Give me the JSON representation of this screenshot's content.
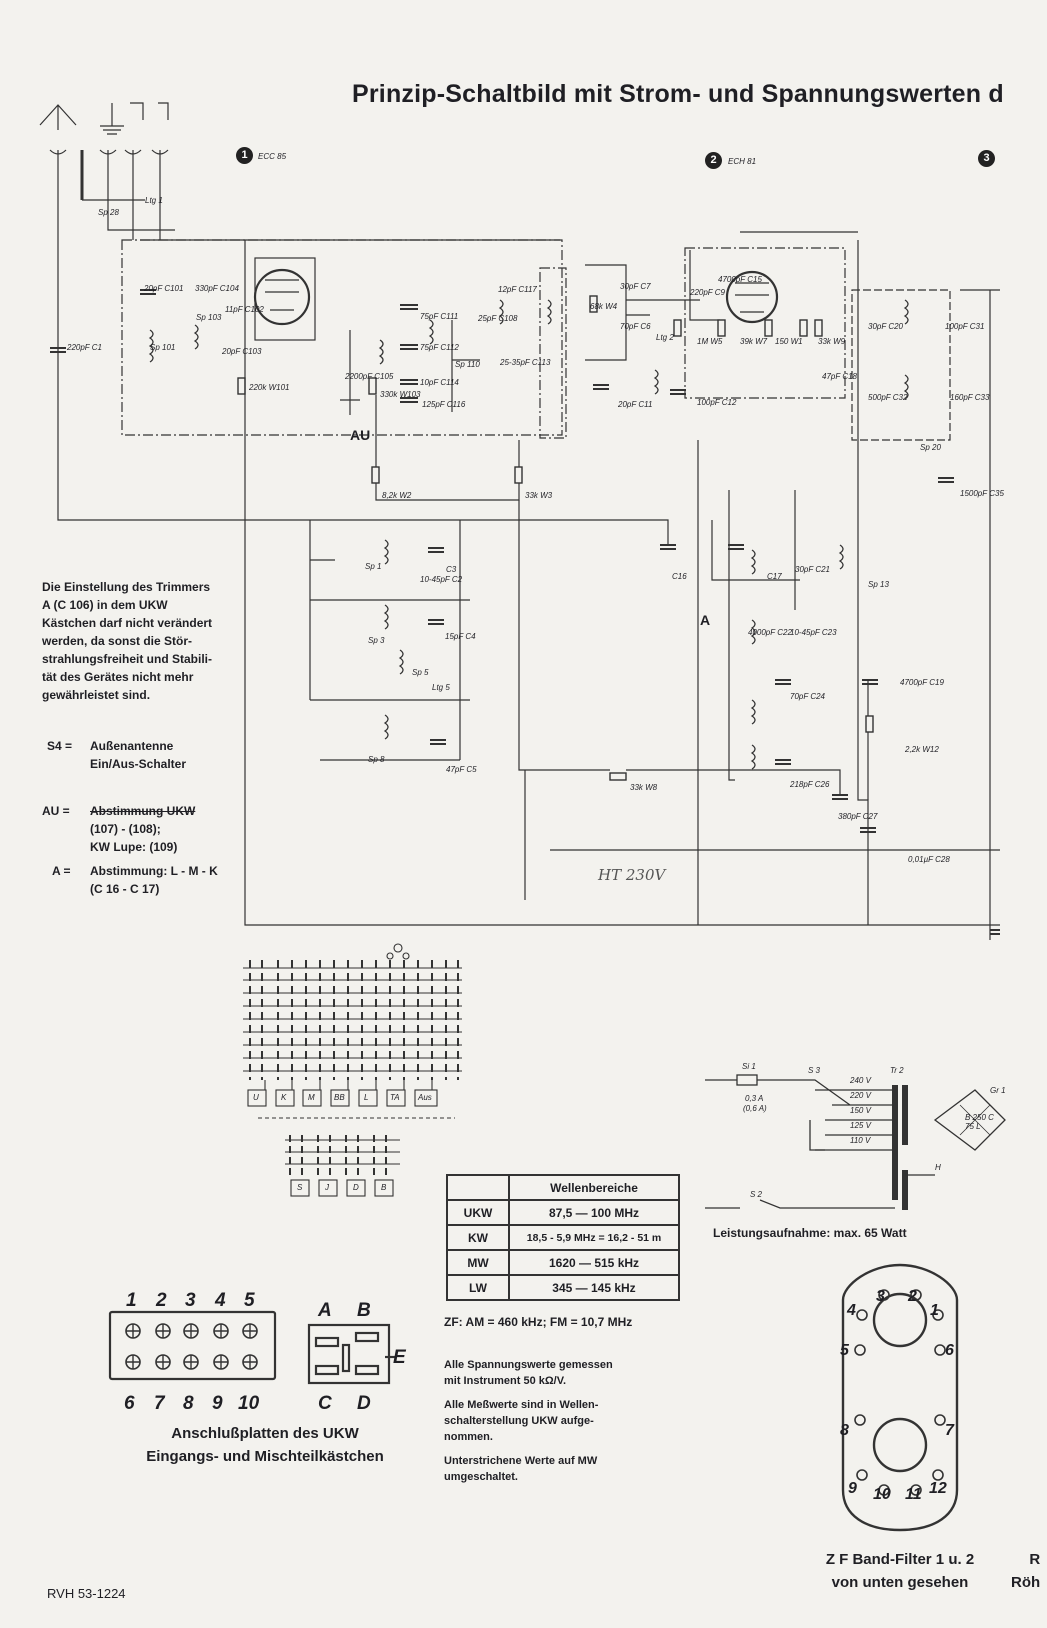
{
  "title": "Prinzip-Schaltbild mit Strom- und Spannungswerten d",
  "tubes": [
    {
      "num": "1",
      "name": "ECC 85"
    },
    {
      "num": "2",
      "name": "ECH 81"
    },
    {
      "num": "3",
      "name": ""
    }
  ],
  "note_trimmer": [
    "Die Einstellung des Trimmers",
    "A (C 106) in dem UKW",
    "Kästchen darf nicht verändert",
    "werden, da sonst die Stör-",
    "strahlungsfreiheit und Stabili-",
    "tät des Gerätes nicht mehr",
    "gewährleistet sind."
  ],
  "legend": [
    {
      "key": "S4 =",
      "lines": [
        "Außenantenne",
        "Ein/Aus-Schalter"
      ]
    },
    {
      "key": "AU =",
      "lines": [
        "Abstimmung UKW",
        "(107) - (108);",
        "KW Lupe: (109)"
      ]
    },
    {
      "key": "A =",
      "lines": [
        "Abstimmung: L - M - K",
        "(C 16 - C 17)"
      ]
    }
  ],
  "handwritten": "HT 230V",
  "au_label": "AU",
  "a_label": "A",
  "switch_labels": [
    "U",
    "K",
    "M",
    "BB",
    "L",
    "TA",
    "Aus"
  ],
  "switch_labels2": [
    "S",
    "J",
    "D",
    "B"
  ],
  "wellen": {
    "header": "Wellenbereiche",
    "rows": [
      {
        "band": "UKW",
        "range": "87,5 — 100 MHz"
      },
      {
        "band": "KW",
        "range": "18,5 - 5,9 MHz = 16,2 - 51 m"
      },
      {
        "band": "MW",
        "range": "1620 — 515 kHz"
      },
      {
        "band": "LW",
        "range": "345 — 145 kHz"
      }
    ]
  },
  "zf_line": "ZF: AM = 460 kHz; FM = 10,7 MHz",
  "notes_bottom": [
    [
      "Alle Spannungswerte gemessen",
      "mit Instrument 50 kΩ/V."
    ],
    [
      "Alle Meßwerte sind in Wellen-",
      "schalterstellung UKW aufge-",
      "nommen."
    ],
    [
      "Unterstrichene Werte auf MW",
      "umgeschaltet."
    ]
  ],
  "power": {
    "caption": "Leistungsaufnahme: max. 65 Watt",
    "voltages": [
      "240 V",
      "220 V",
      "150 V",
      "125 V",
      "110 V"
    ],
    "fuse": "0,3 A",
    "fuse2": "(0,6 A)",
    "si": "Si 1",
    "s3": "S 3",
    "s2": "S 2",
    "tr": "Tr 2",
    "gr": "Gr 1",
    "rect": "B 250 C 75 L",
    "h": "H"
  },
  "connector": {
    "top_nums": [
      "1",
      "2",
      "3",
      "4",
      "5"
    ],
    "bottom_nums": [
      "6",
      "7",
      "8",
      "9",
      "10"
    ],
    "abcd_top": [
      "A",
      "B"
    ],
    "abcd_bottom": [
      "C",
      "D"
    ],
    "e": "E",
    "caption": [
      "Anschlußplatten des UKW",
      "Eingangs- und Mischteilkästchen"
    ]
  },
  "zf_filter": {
    "pins": [
      "1",
      "2",
      "3",
      "4",
      "5",
      "6",
      "7",
      "8",
      "9",
      "10",
      "11",
      "12"
    ],
    "caption": [
      "Z F Band-Filter 1 u. 2",
      "von unten gesehen"
    ],
    "edge": [
      "R",
      "Röh"
    ]
  },
  "doc_id": "RVH 53-1224",
  "component_labels": [
    "220pF C1",
    "Sp 28",
    "Ltg 1",
    "20pF C101",
    "330pF C104",
    "Sp 103",
    "11pF C102",
    "Sp 101",
    "20pF C103",
    "220k W101",
    "2200pF C105",
    "330k W103",
    "75pF C111",
    "75pF C112",
    "10pF C114",
    "125pF C116",
    "12pF C117",
    "25pF C108",
    "25-35pF C113",
    "Sp 110",
    "68k W4",
    "30pF C7",
    "70pF C6",
    "Ltg 2",
    "220pF C9",
    "1M W5",
    "20pF C11",
    "100pF C12",
    "4700pF C15",
    "39k W7",
    "150 W1",
    "33k W9",
    "47pF C18",
    "30pF C20",
    "100pF C31",
    "500pF C32",
    "160pF C33",
    "Sp 20",
    "1500pF C35",
    "8,2k W2",
    "33k W3",
    "10-45pF C2",
    "Sp 1",
    "C3",
    "15pF C4",
    "Sp 3",
    "Sp 5",
    "Ltg 5",
    "Sp 8",
    "47pF C5",
    "30pF C21",
    "Sp 13",
    "4000pF C22",
    "10-45pF C23",
    "70pF C24",
    "218pF C26",
    "4700pF C19",
    "2,2k W12",
    "33k W8",
    "380pF C27",
    "0,01µF C28",
    "C16",
    "C17"
  ]
}
